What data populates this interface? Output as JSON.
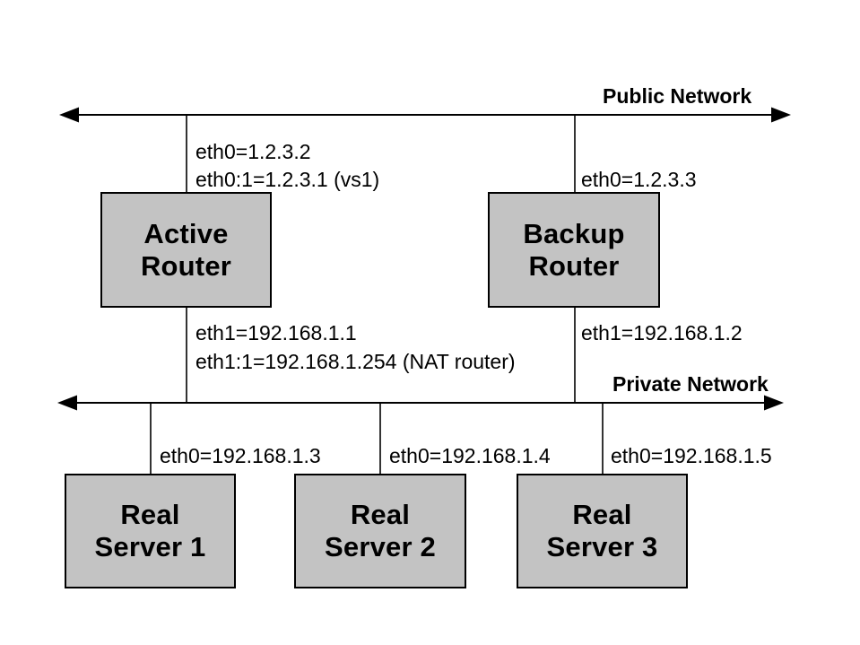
{
  "diagram": {
    "public_network_label": "Public Network",
    "private_network_label": "Private Network",
    "nodes": {
      "active_router": {
        "line1": "Active",
        "line2": "Router"
      },
      "backup_router": {
        "line1": "Backup",
        "line2": "Router"
      },
      "real_server_1": {
        "line1": "Real",
        "line2": "Server 1"
      },
      "real_server_2": {
        "line1": "Real",
        "line2": "Server 2"
      },
      "real_server_3": {
        "line1": "Real",
        "line2": "Server 3"
      }
    },
    "interfaces": {
      "active_router_public_line1": "eth0=1.2.3.2",
      "active_router_public_line2": "eth0:1=1.2.3.1 (vs1)",
      "backup_router_public": "eth0=1.2.3.3",
      "active_router_private_line1": "eth1=192.168.1.1",
      "active_router_private_line2": "eth1:1=192.168.1.254 (NAT router)",
      "backup_router_private": "eth1=192.168.1.2",
      "real_server_1": "eth0=192.168.1.3",
      "real_server_2": "eth0=192.168.1.4",
      "real_server_3": "eth0=192.168.1.5"
    },
    "colors": {
      "background": "#ffffff",
      "box_fill": "#c3c3c3",
      "box_border": "#000000",
      "line": "#000000",
      "text": "#000000"
    }
  }
}
